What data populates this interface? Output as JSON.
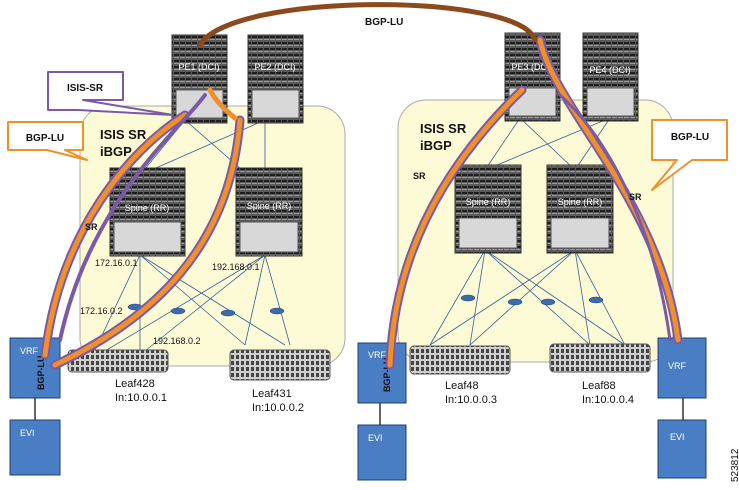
{
  "labels": {
    "bgp_lu_top": "BGP-LU",
    "isis_sr_callout": "ISIS-SR",
    "bgp_lu_left_callout": "BGP-LU",
    "bgp_lu_right_callout": "BGP-LU",
    "dc1_protocols_line1": "ISIS SR",
    "dc1_protocols_line2": "iBGP",
    "dc2_protocols_line1": "ISIS SR",
    "dc2_protocols_line2": "iBGP",
    "sr_left_dc1": "SR",
    "sr_left_dc2": "SR",
    "sr_right_dc2": "SR",
    "figure_id": "523812"
  },
  "devices": {
    "pe1": "PE1 (DCI)",
    "pe2": "PE2 (DCI)",
    "pe3": "PE3 (DCI)",
    "pe4": "PE4 (DCI)",
    "spine1": "Spine (RR)",
    "spine2": "Spine (RR)",
    "spine3": "Spine (RR)",
    "spine4": "Spine (RR)"
  },
  "leaves": {
    "leaf428_name": "Leaf428",
    "leaf428_ip": "In:10.0.0.1",
    "leaf431_name": "Leaf431",
    "leaf431_ip": "In:10.0.0.2",
    "leaf48_name": "Leaf48",
    "leaf48_ip": "In:10.0.0.3",
    "leaf88_name": "Leaf88",
    "leaf88_ip": "In:10.0.0.4"
  },
  "ips": {
    "ip1": "172.16.0.1",
    "ip2": "192.168.0.1",
    "ip3": "172.16.0.2",
    "ip4": "192.168.0.2"
  },
  "hosts": {
    "vrf_left": "VRF",
    "bgp_lu_left": "BGP-LU",
    "evi_left": "EVI",
    "vrf_mid": "VRF",
    "bgp_lu_mid": "BGP-LU",
    "evi_mid": "EVI",
    "vrf_right": "VRF",
    "evi_right": "EVI"
  },
  "colors": {
    "dc_area": "#fdfbd6",
    "host_box": "#4a7ec4",
    "orange_path": "#f0902a",
    "purple_path": "#7a5aa8",
    "brown_arc": "#8b4a1c",
    "link_blue": "#2f5f9a"
  }
}
